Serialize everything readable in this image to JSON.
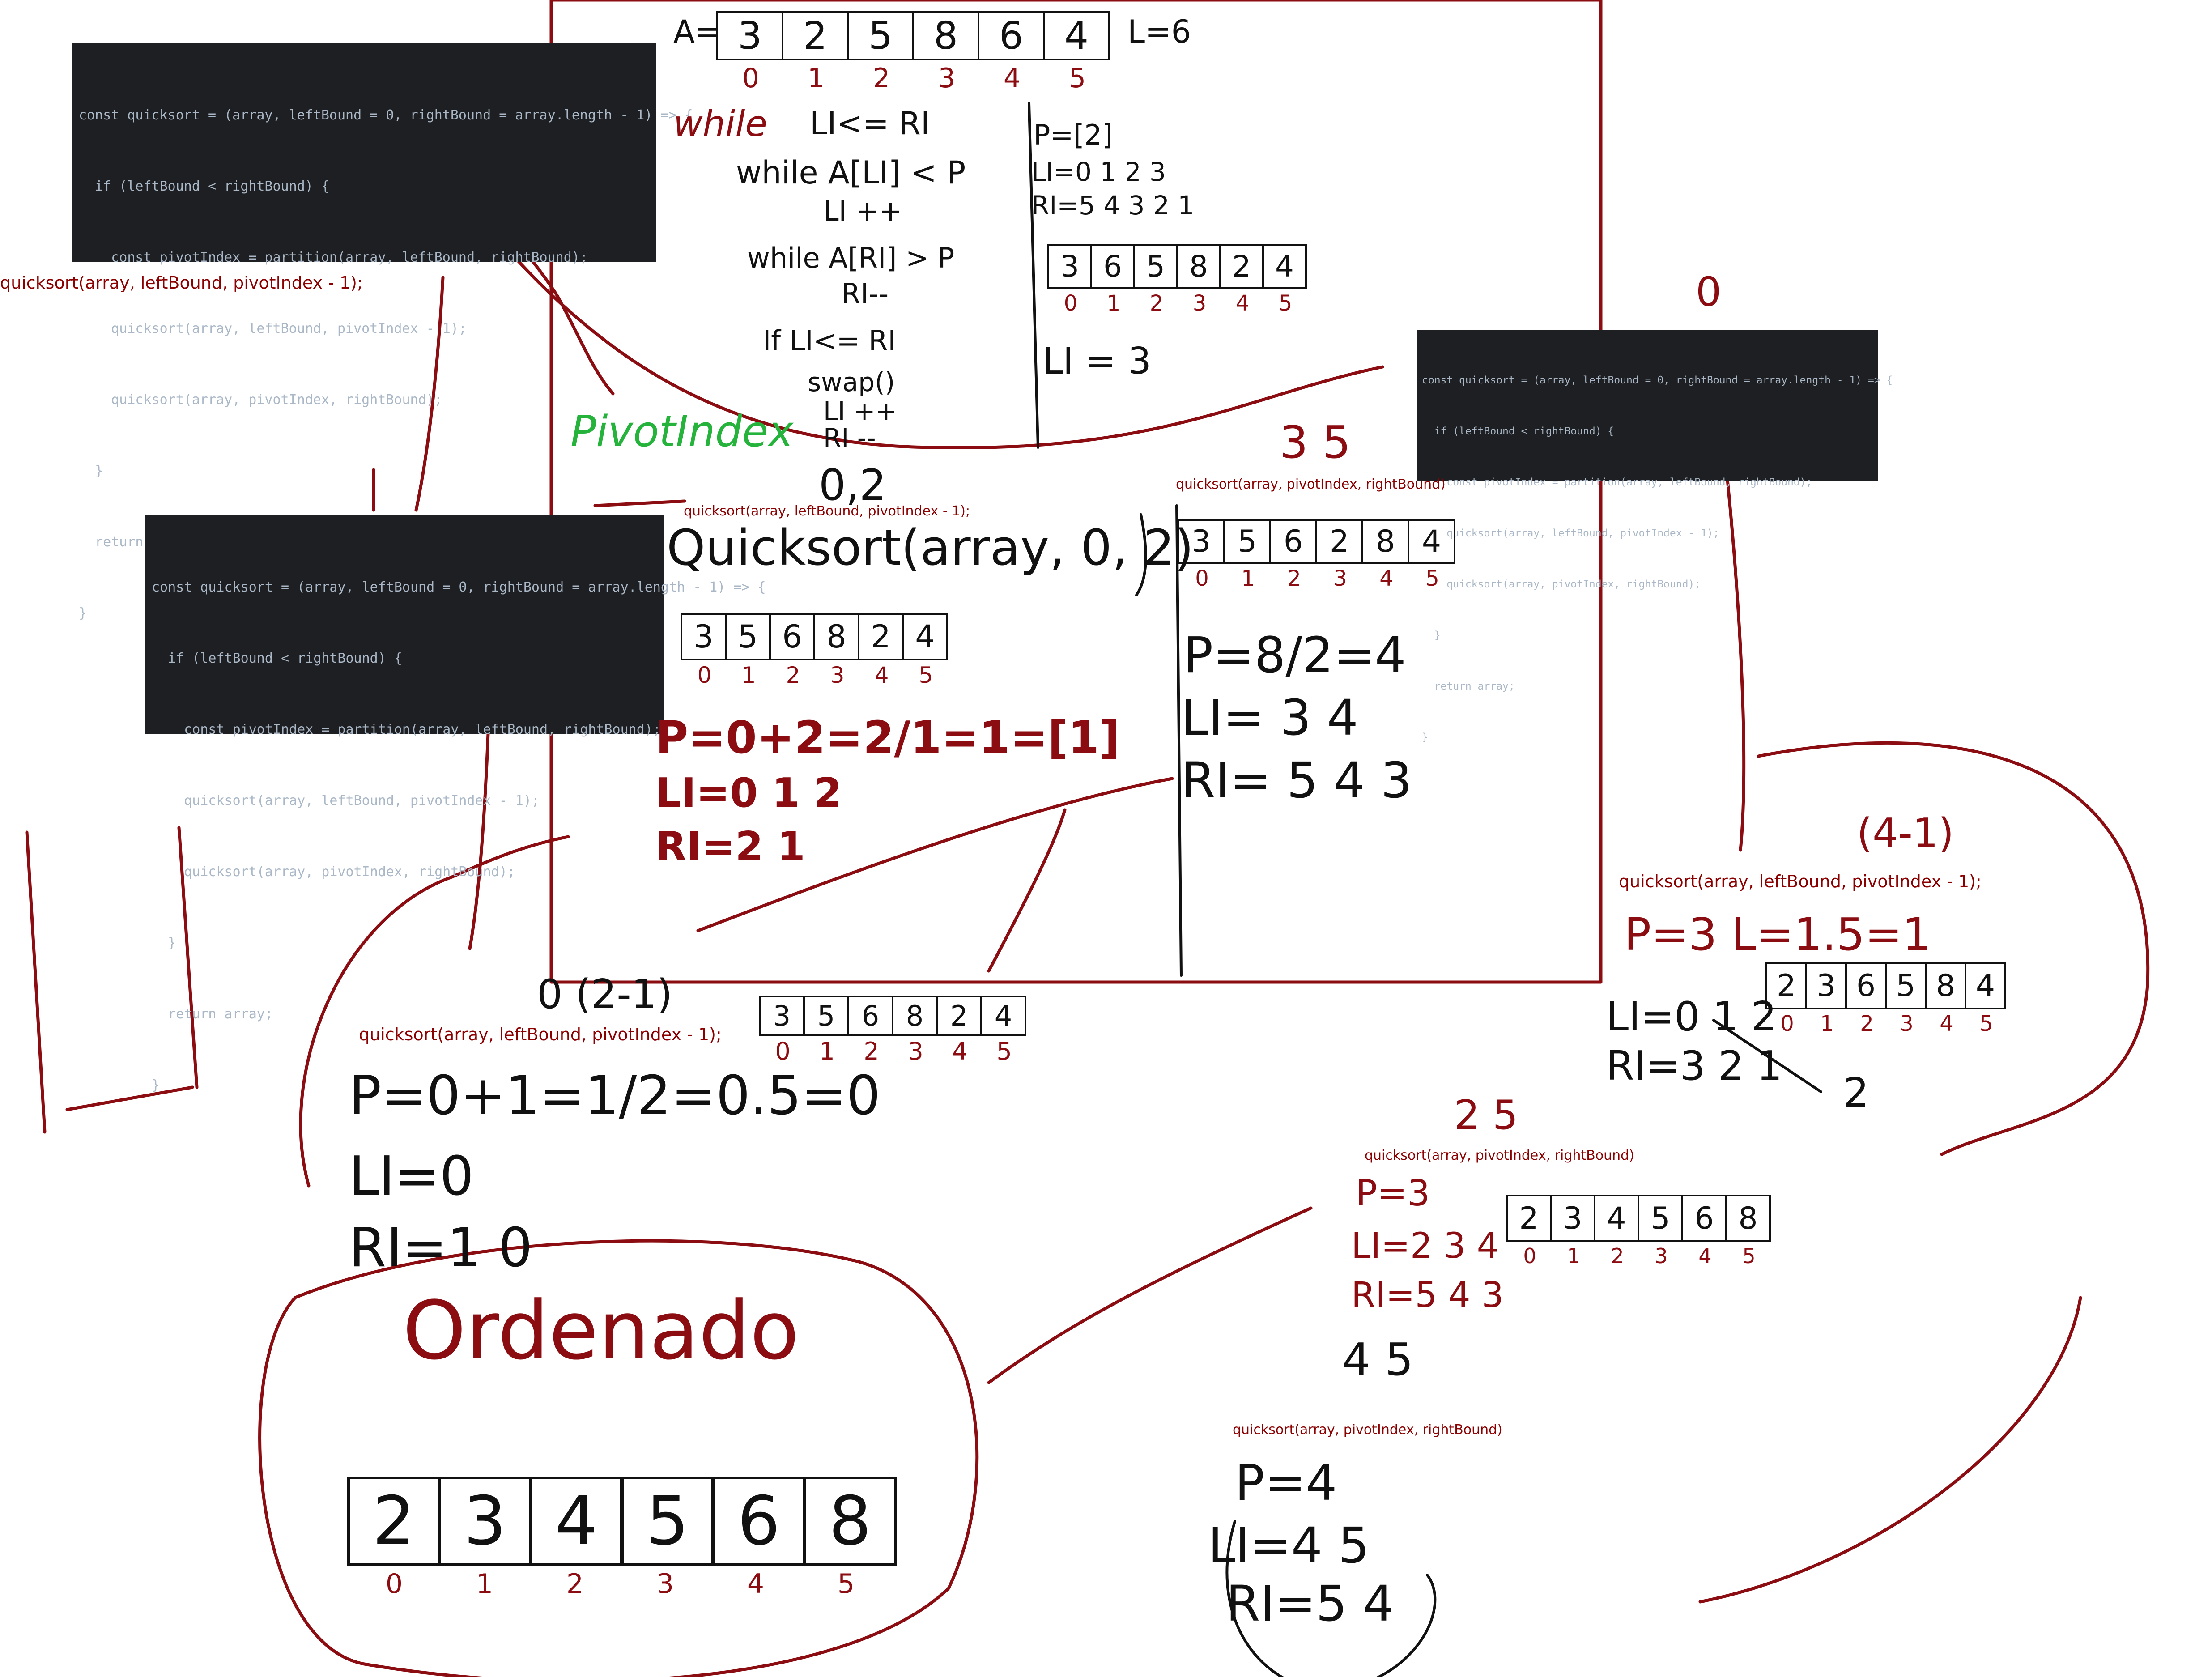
{
  "code_lines": [
    "const quicksort = (array, leftBound = 0, rightBound = array.length - 1) => {",
    "  if (leftBound < rightBound) {",
    "    const pivotIndex = partition(array, leftBound, rightBound);",
    "    quicksort(array, leftBound, pivotIndex - 1);",
    "    quicksort(array, pivotIndex, rightBound);",
    "  }",
    "  return array;",
    "}"
  ],
  "call_labels": {
    "left_call_1": "quicksort(array, leftBound, pivotIndex - 1);",
    "right_call_1": "quicksort(array, pivotIndex, rightBound)",
    "left_call_2": "quicksort(array, leftBound, pivotIndex - 1);",
    "left_call_3": "quicksort(array, leftBound, pivotIndex - 1);",
    "left_call_4": "quicksort(array, leftBound, pivotIndex - 1);",
    "right_call_2": "quicksort(array, pivotIndex, rightBound)",
    "right_call_3": "quicksort(array, pivotIndex, rightBound)"
  },
  "arrays": {
    "initial": [
      "3",
      "2",
      "5",
      "8",
      "6",
      "4"
    ],
    "after_partition": [
      "3",
      "6",
      "5",
      "8",
      "2",
      "4"
    ],
    "left_1": [
      "3",
      "5",
      "6",
      "8",
      "2",
      "4"
    ],
    "right_1": [
      "3",
      "5",
      "6",
      "2",
      "8",
      "4"
    ],
    "left_2": [
      "3",
      "5",
      "6",
      "8",
      "2",
      "4"
    ],
    "right_left": [
      "2",
      "3",
      "6",
      "5",
      "8",
      "4"
    ],
    "right_right": [
      "2",
      "3",
      "4",
      "5",
      "6",
      "8"
    ],
    "sorted": [
      "2",
      "3",
      "4",
      "5",
      "6",
      "8"
    ]
  },
  "indices": [
    "0",
    "1",
    "2",
    "3",
    "4",
    "5"
  ],
  "notes": {
    "array_label": "A=",
    "length_label": "L=6",
    "loop_while": "while",
    "loop_cond": "LI<= RI",
    "inner_while_l": "while A[LI] < P",
    "inc_l": "LI ++",
    "inner_while_r": "while A[RI] > P",
    "dec_r": "RI--",
    "if_cond": "If LI<= RI",
    "swap": "swap()",
    "if_inc": "LI ++",
    "if_dec": "RI --",
    "p_main": "P=[2]",
    "li_main": "LI=0 1 2 3",
    "ri_main": "RI=5 4 3 2 1",
    "li_result": "LI = 3",
    "zero_mark": "0",
    "pivot_index": "PivotIndex",
    "bounds_02": "0,2",
    "quicksort_call": "Quicksort(array, 0, 2)",
    "p_left": "P=0+2=2/1=1=[1]",
    "li_left": "LI=0 1 2",
    "ri_left": "RI=2 1",
    "bounds_35": "3   5",
    "p_right": "P=8/2=4",
    "li_right": "LI= 3 4",
    "ri_right": "RI= 5 4 3",
    "bounds_21": "0   (2-1)",
    "p_left2": "P=0+1=1/2=0.5=0",
    "li_left2": "LI=0",
    "ri_left2": "RI=1 0",
    "bounds_41": "(4-1)",
    "p_rl": "P=3 L=1.5=1",
    "li_rl": "LI=0 1 2",
    "ri_rl": "RI=3 2 1",
    "rl_result": "2",
    "bounds_25": "2   5",
    "p_rr": "P=3",
    "li_rr": "LI=2 3 4",
    "ri_rr": "RI=5 4 3",
    "bounds_45": "4   5",
    "p_last": "P=4",
    "li_last": "LI=4 5",
    "ri_last": "RI=5 4",
    "sorted_title": "Ordenado"
  }
}
